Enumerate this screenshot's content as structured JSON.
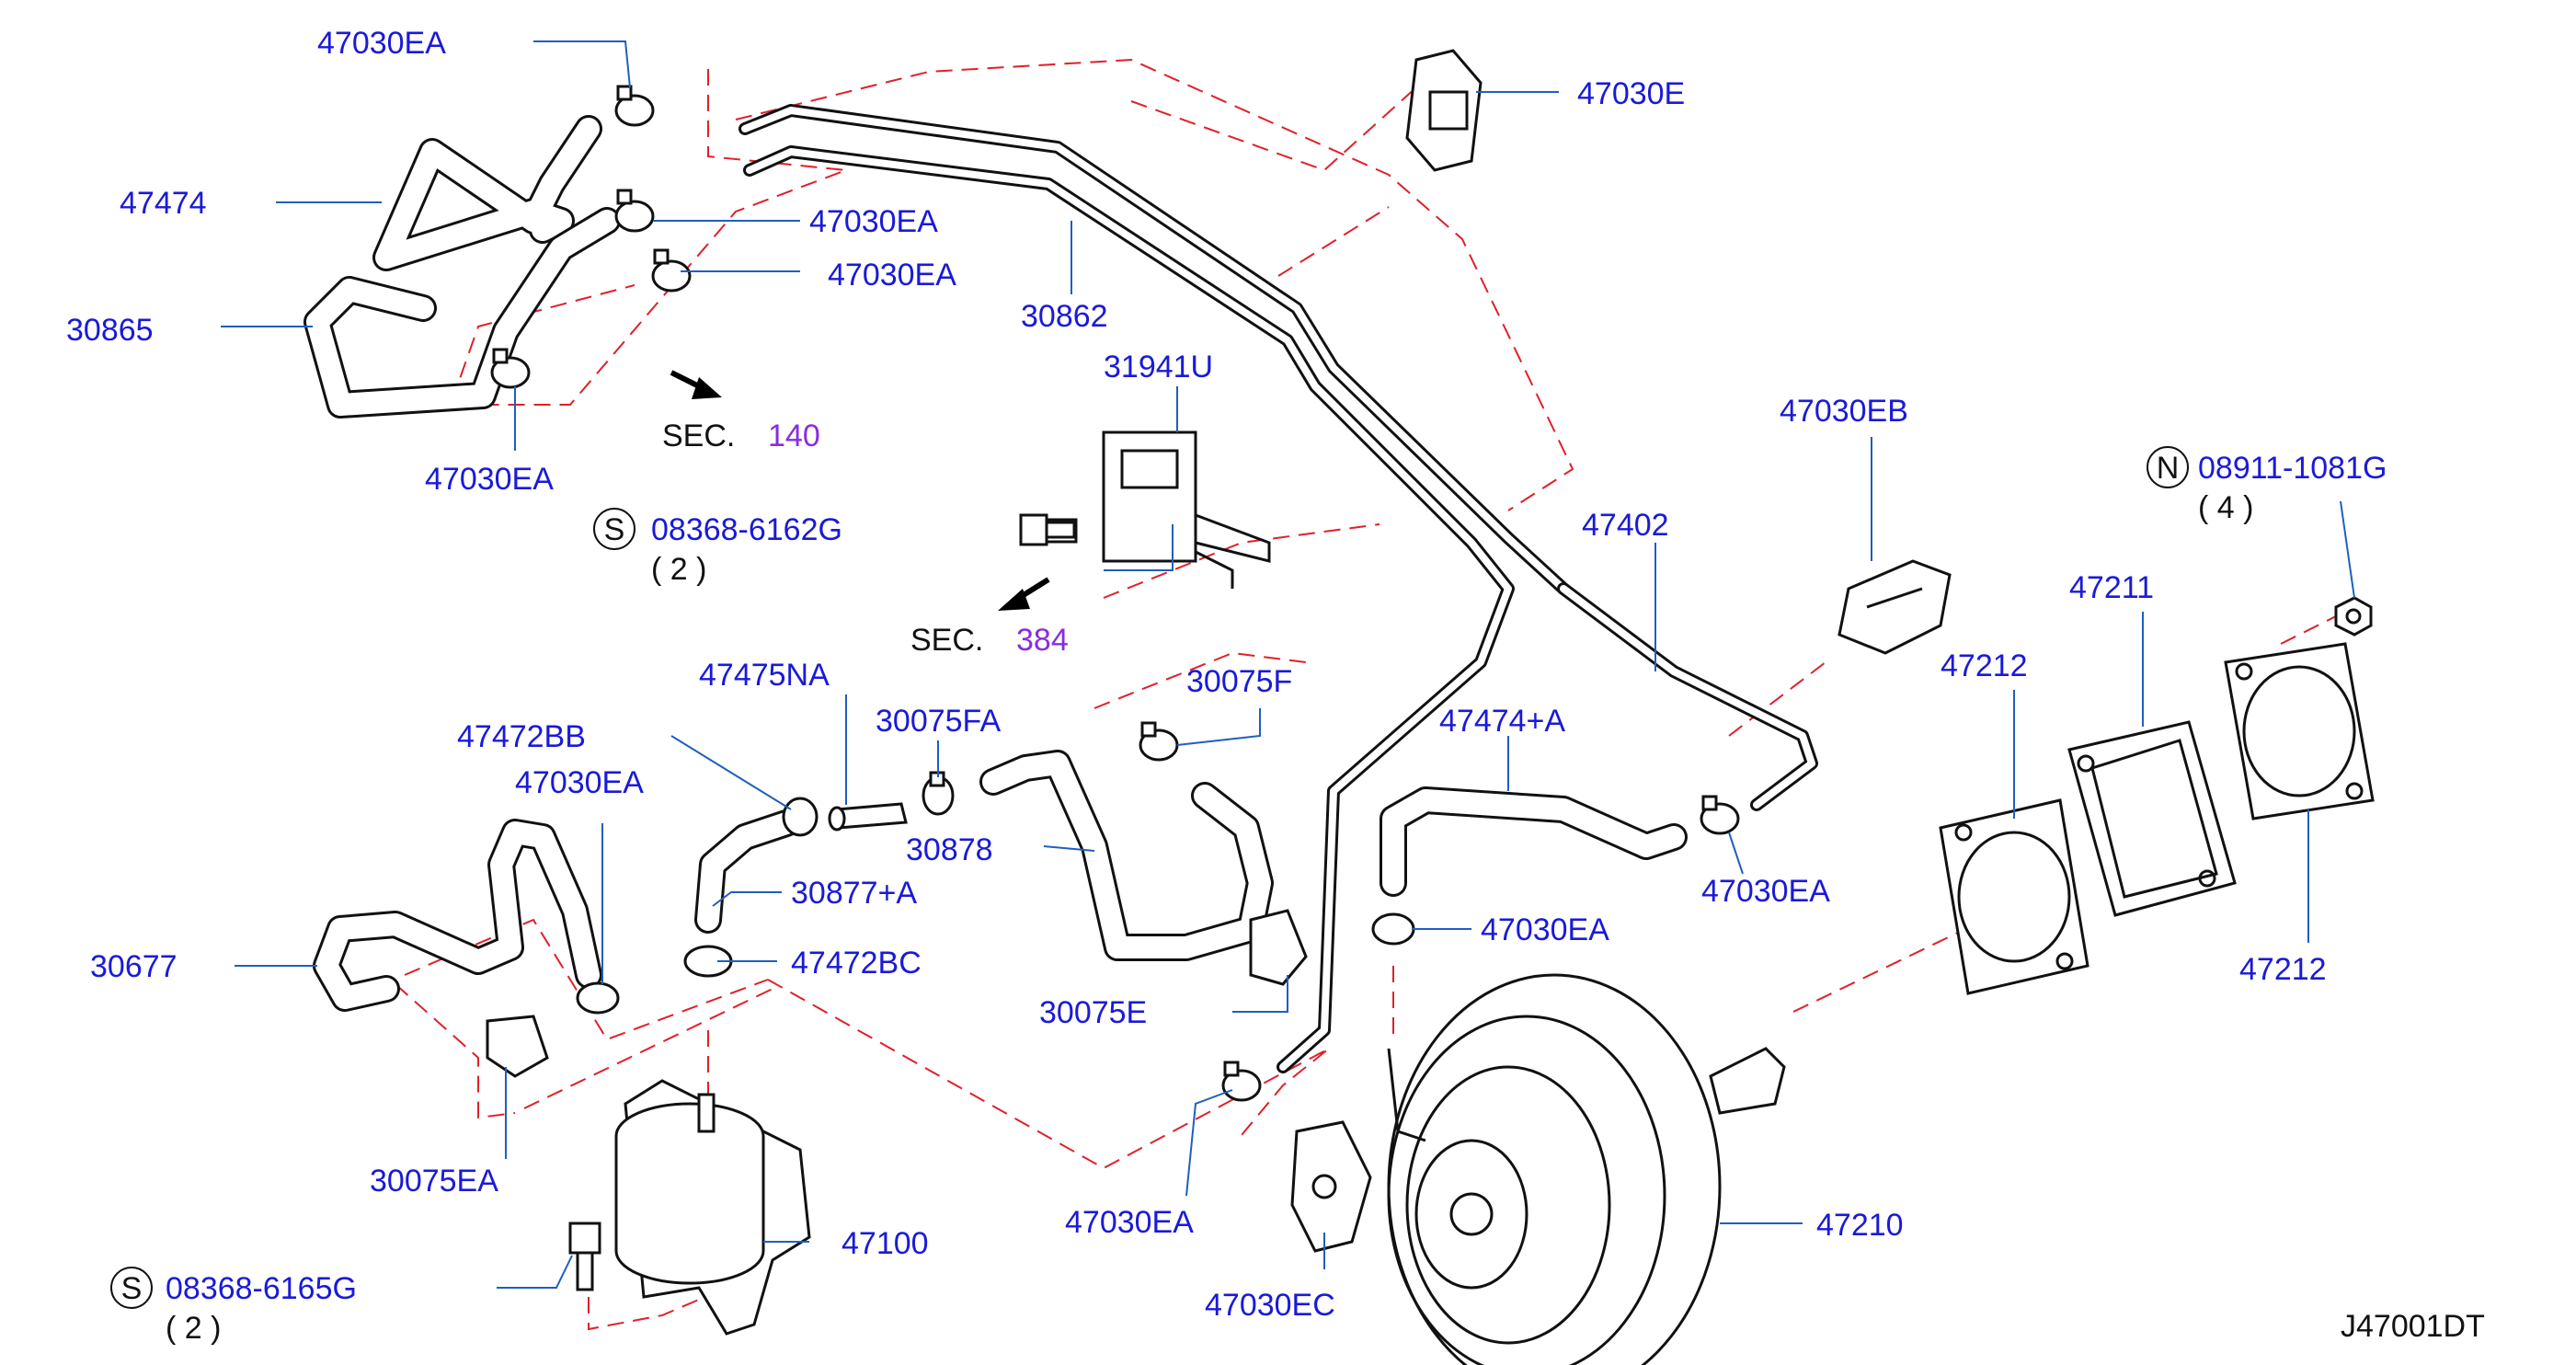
{
  "diagram": {
    "part_labels": {
      "p47030EA_a": "47030EA",
      "p47474": "47474",
      "p47030EA_b": "47030EA",
      "p47030EA_c": "47030EA",
      "p30865": "30865",
      "p47030EA_d": "47030EA",
      "p30862": "30862",
      "p47030E": "47030E",
      "p31941U": "31941U",
      "p47030EB": "47030EB",
      "p08911": "08911-1081G",
      "p08911_qty": "( 4 )",
      "p47402": "47402",
      "p47211": "47211",
      "p47212_a": "47212",
      "p47212_b": "47212",
      "p08368_a": "08368-6162G",
      "p08368_a_qty": "( 2 )",
      "p47475NA": "47475NA",
      "p47472BB": "47472BB",
      "p30075FA": "30075FA",
      "p30075F": "30075F",
      "p47474A": "47474+A",
      "p47030EA_e": "47030EA",
      "p30878": "30878",
      "p30877A": "30877+A",
      "p47030EA_f": "47030EA",
      "p47030EA_g": "47030EA",
      "p30677": "30677",
      "p47472BC": "47472BC",
      "p30075E": "30075E",
      "p30075EA": "30075EA",
      "p47030EA_h": "47030EA",
      "p47100": "47100",
      "p47210": "47210",
      "p47030EC": "47030EC",
      "p08368_b": "08368-6165G",
      "p08368_b_qty": "( 2 )"
    },
    "sec_refs": {
      "sec_word": "SEC.",
      "sec140": "140",
      "sec384": "384"
    },
    "markers": {
      "s": "S",
      "n": "N"
    },
    "drawing_id": "J47001DT",
    "colors": {
      "label": "#1a1ad8",
      "section": "#8a2be2",
      "dash": "#e0202a",
      "leader": "#1f5fbf"
    }
  }
}
